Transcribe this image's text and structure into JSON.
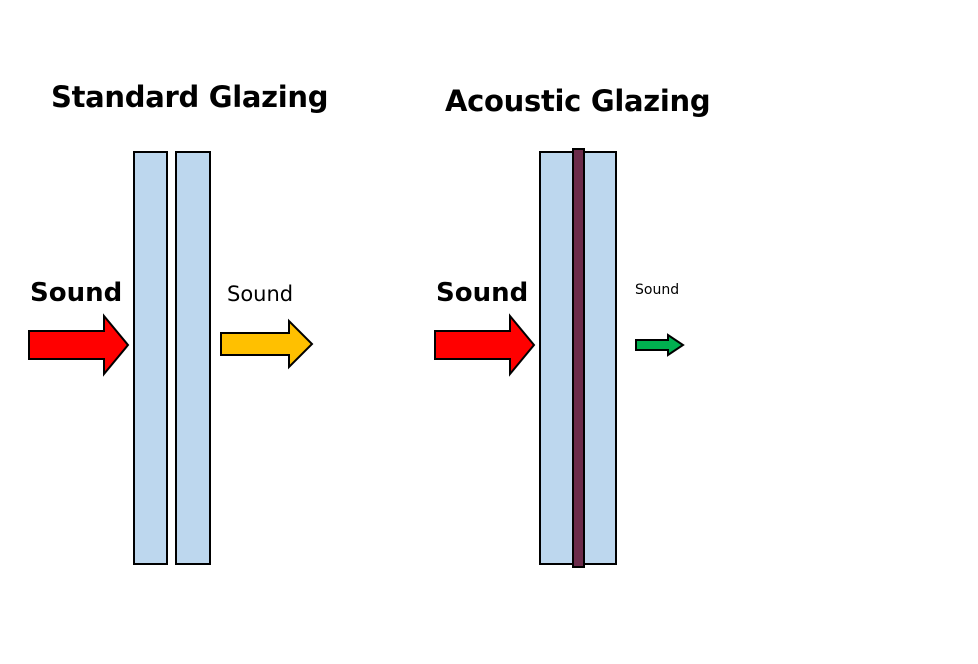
{
  "standard": {
    "title": "Standard Glazing",
    "incoming_label": "Sound",
    "outgoing_label": "Sound"
  },
  "acoustic": {
    "title": "Acoustic Glazing",
    "incoming_label": "Sound",
    "outgoing_label": "Sound"
  },
  "colors": {
    "glass": "#bdd7ee",
    "outline": "#000000",
    "interlayer": "#6b2b4a",
    "arrow_incoming": "#ff0000",
    "arrow_standard_out": "#ffc000",
    "arrow_acoustic_out": "#00b050"
  }
}
